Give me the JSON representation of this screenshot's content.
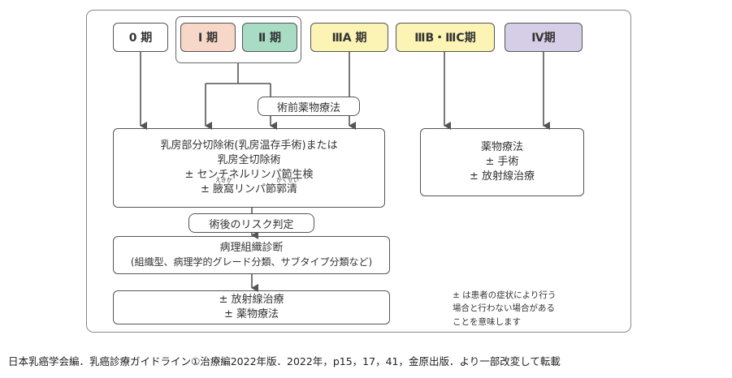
{
  "stages": {
    "stage0": {
      "label": "0 期",
      "color": "#ffffff"
    },
    "stage1": {
      "label": "Ⅰ 期",
      "color": "#f7d7c8"
    },
    "stage2": {
      "label": "Ⅱ 期",
      "color": "#a9dcc4"
    },
    "stage3a": {
      "label": "ⅢA 期",
      "color": "#fbf4b5"
    },
    "stage3bc": {
      "label": "ⅢB・ⅢC期",
      "color": "#fbf4b5"
    },
    "stage4": {
      "label": "Ⅳ期",
      "color": "#d6cde6"
    }
  },
  "preop": {
    "label": "術前薬物療法"
  },
  "surgery": {
    "line1": "乳房部分切除術(乳房温存手術)または",
    "line2": "乳房全切除術",
    "line3": "± センチネルリンパ節生検",
    "line4_prefix": "± ",
    "line4_a": "腋窩",
    "line4_b": "リンパ節",
    "line4_c": "郭清",
    "ruby_a": "えきか",
    "ruby_c": "かくせい"
  },
  "drug_therapy": {
    "line1": "薬物療法",
    "line2": "± 手術",
    "line3": "± 放射線治療"
  },
  "risk": {
    "label": "術後のリスク判定"
  },
  "pathology": {
    "line1": "病理組織診断",
    "line2": "(組織型、病理学的グレード分類、サブタイプ分類など)"
  },
  "adjuvant": {
    "line1": "± 放射線治療",
    "line2": "± 薬物療法"
  },
  "note": {
    "line1": "± は患者の症状により行う",
    "line2": "場合と行わない場合がある",
    "line3": "ことを意味します"
  },
  "source": "日本乳癌学会編．乳癌診療ガイドライン①治療編2022年版．2022年，p15，17，41，金原出版．より一部改変して転載"
}
